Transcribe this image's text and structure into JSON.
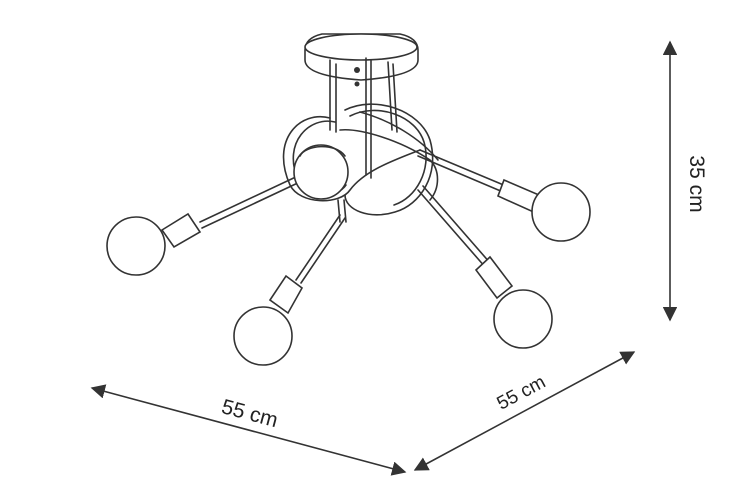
{
  "dimensions": {
    "width_label": "55 cm",
    "depth_label": "55 cm",
    "height_label": "35 cm"
  },
  "product": {
    "arms": 5
  }
}
